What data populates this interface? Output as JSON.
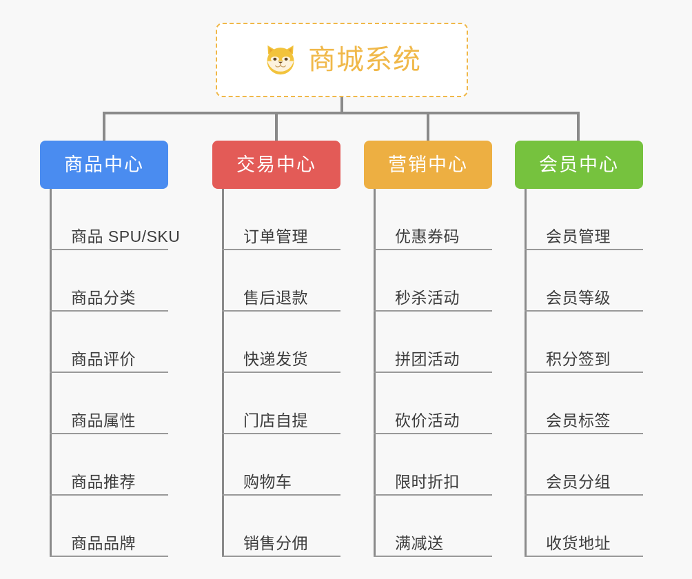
{
  "page": {
    "background_color": "#f8f8f8",
    "title": "商城系统 功能架构图"
  },
  "root": {
    "label": "商城系统",
    "icon": "shiba-dog-face-emoji",
    "text_color": "#f0b849",
    "border_color": "#f0b849",
    "border_style": "dashed",
    "background_color": "#ffffff"
  },
  "connector": {
    "color": "#8a8a8a"
  },
  "categories": [
    {
      "label": "商品中心",
      "color": "#4a8cf0",
      "text_color": "#ffffff",
      "items": [
        {
          "label": "商品 SPU/SKU"
        },
        {
          "label": "商品分类"
        },
        {
          "label": "商品评价"
        },
        {
          "label": "商品属性"
        },
        {
          "label": "商品推荐"
        },
        {
          "label": "商品品牌"
        }
      ]
    },
    {
      "label": "交易中心",
      "color": "#e35b57",
      "text_color": "#ffffff",
      "items": [
        {
          "label": "订单管理"
        },
        {
          "label": "售后退款"
        },
        {
          "label": "快递发货"
        },
        {
          "label": "门店自提"
        },
        {
          "label": "购物车"
        },
        {
          "label": "销售分佣"
        }
      ]
    },
    {
      "label": "营销中心",
      "color": "#edaf42",
      "text_color": "#ffffff",
      "items": [
        {
          "label": "优惠券码"
        },
        {
          "label": "秒杀活动"
        },
        {
          "label": "拼团活动"
        },
        {
          "label": "砍价活动"
        },
        {
          "label": "限时折扣"
        },
        {
          "label": "满减送"
        }
      ]
    },
    {
      "label": "会员中心",
      "color": "#76c23e",
      "text_color": "#ffffff",
      "items": [
        {
          "label": "会员管理"
        },
        {
          "label": "会员等级"
        },
        {
          "label": "积分签到"
        },
        {
          "label": "会员标签"
        },
        {
          "label": "会员分组"
        },
        {
          "label": "收货地址"
        }
      ]
    }
  ]
}
